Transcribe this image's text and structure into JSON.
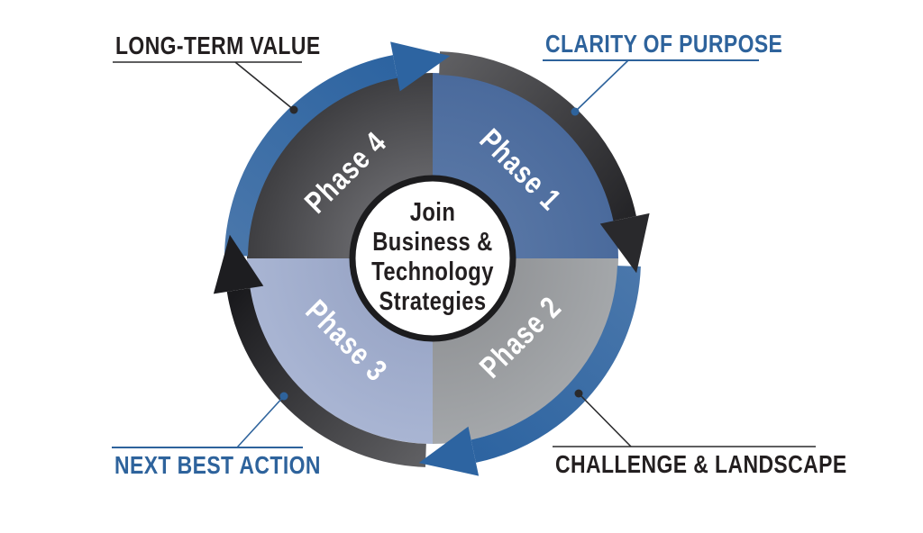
{
  "center": {
    "lines": [
      "Join",
      "Business &",
      "Technology",
      "Strategies"
    ]
  },
  "phases": [
    {
      "label": "Phase 1",
      "color": "#50709f",
      "position": "top-right"
    },
    {
      "label": "Phase 2",
      "color": "#97999b",
      "position": "bottom-right"
    },
    {
      "label": "Phase 3",
      "color": "#9facc9",
      "position": "bottom-left"
    },
    {
      "label": "Phase 4",
      "color": "#57575a",
      "position": "top-left"
    }
  ],
  "callouts": [
    {
      "label": "LONG-TERM VALUE",
      "color": "#231f20",
      "position": "top-left"
    },
    {
      "label": "CLARITY OF PURPOSE",
      "color": "#2e639c",
      "position": "top-right"
    },
    {
      "label": "NEXT BEST ACTION",
      "color": "#2e639c",
      "position": "bottom-left"
    },
    {
      "label": "CHALLENGE & LANDSCAPE",
      "color": "#231f20",
      "position": "bottom-right"
    }
  ],
  "cycle": {
    "direction": "clockwise",
    "arrow_blue": "#33669f",
    "arrow_dark": "#2b2b2e"
  }
}
